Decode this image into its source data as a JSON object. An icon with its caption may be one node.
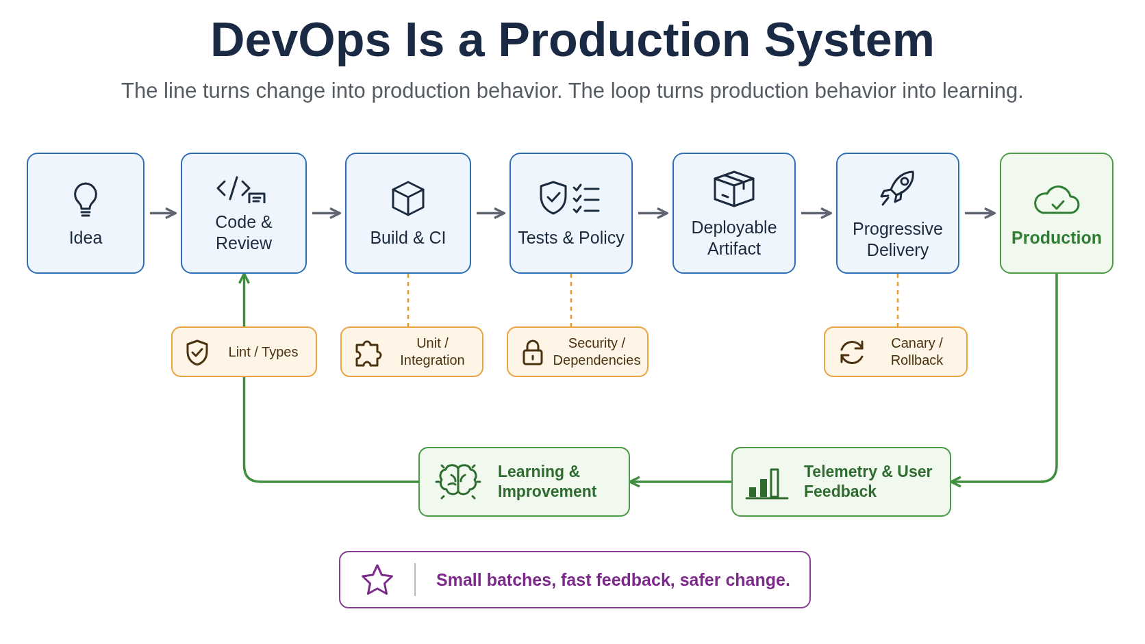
{
  "diagram": {
    "title": "DevOps Is a Production System",
    "caption": "The line turns change into production behavior. The loop turns production behavior into learning.",
    "nodes": [
      {
        "text": [
          "Idea"
        ]
      },
      {
        "text": [
          "Code & Review"
        ]
      },
      {
        "text": [
          "Build & CI"
        ]
      },
      {
        "text": [
          "Tests & Policy"
        ]
      },
      {
        "text": [
          "Deployable Artifact"
        ]
      },
      {
        "text": [
          "Progressive Delivery"
        ]
      },
      {
        "text": [
          "Production"
        ]
      },
      {
        "text": [
          "Lint / Types"
        ]
      },
      {
        "text": [
          "Unit / Integration"
        ]
      },
      {
        "text": [
          "Security / Dependencies"
        ]
      },
      {
        "text": [
          "Canary / Rollback"
        ]
      },
      {
        "text": [
          "Telemetry & User Feedback"
        ]
      },
      {
        "text": [
          "Learning & Improvement"
        ]
      },
      {
        "text": [
          "Small batches, fast feedback, safer change."
        ]
      }
    ],
    "edges": [
      {
        "from": 0,
        "to": 1,
        "arrow": "to"
      },
      {
        "from": 1,
        "to": 2,
        "arrow": "to"
      },
      {
        "from": 2,
        "to": 3,
        "arrow": "to"
      },
      {
        "from": 3,
        "to": 4,
        "arrow": "to"
      },
      {
        "from": 4,
        "to": 5,
        "arrow": "to"
      },
      {
        "from": 5,
        "to": 6,
        "arrow": "to"
      },
      {
        "from": 2,
        "to": 8,
        "arrow": "none",
        "style": "dashed",
        "color": "#e8962e"
      },
      {
        "from": 3,
        "to": 9,
        "arrow": "none",
        "style": "dashed",
        "color": "#e8962e"
      },
      {
        "from": 5,
        "to": 10,
        "arrow": "none",
        "style": "dashed",
        "color": "#e8962e"
      },
      {
        "from": 6,
        "to": 11,
        "arrow": "to",
        "color": "#3f8f3f"
      },
      {
        "from": 11,
        "to": 12,
        "arrow": "to",
        "color": "#3f8f3f"
      },
      {
        "from": 12,
        "to": 7,
        "arrow": "none",
        "color": "#3f8f3f"
      },
      {
        "from": 7,
        "to": 1,
        "arrow": "to",
        "color": "#3f8f3f"
      }
    ]
  }
}
